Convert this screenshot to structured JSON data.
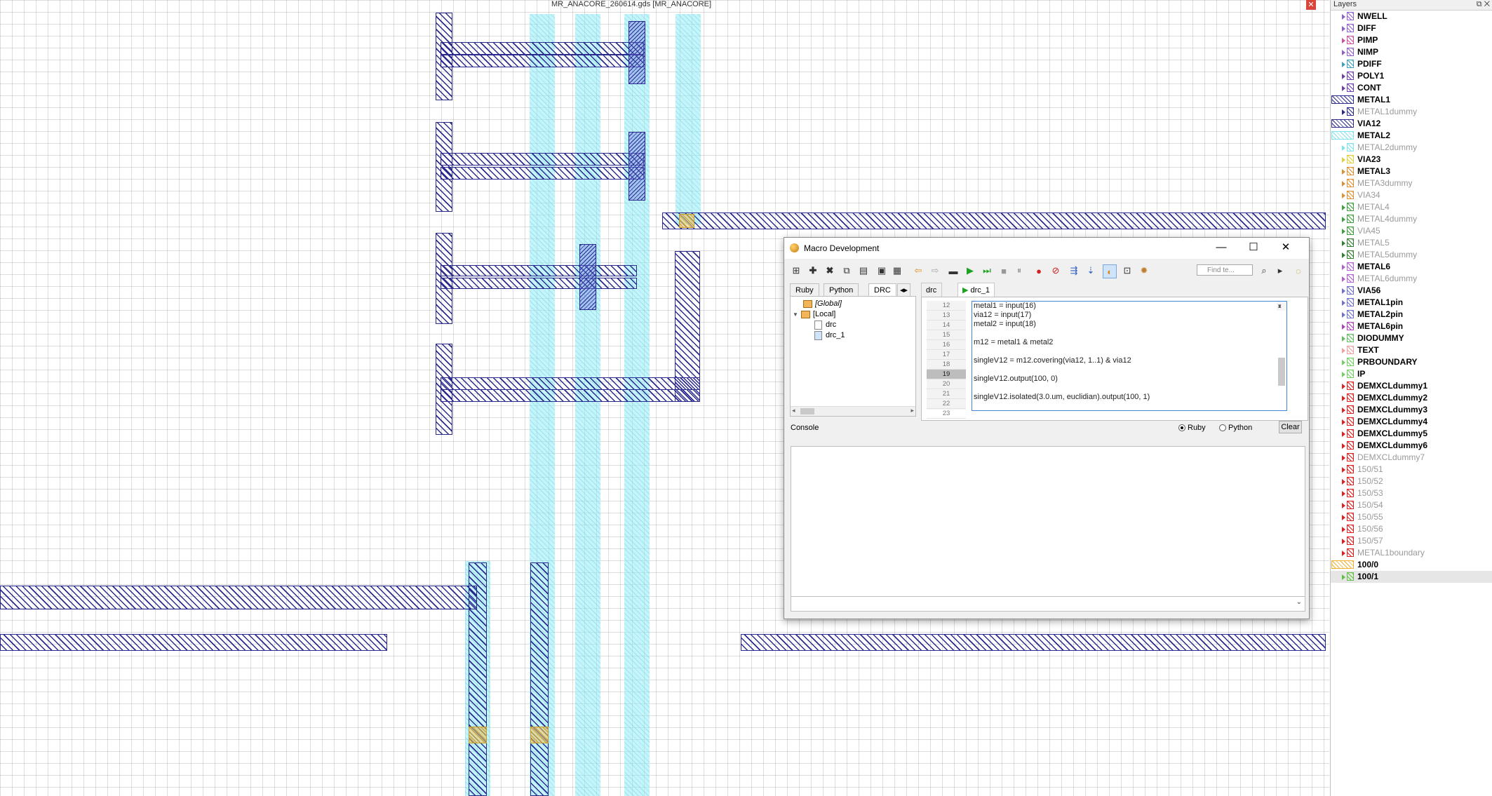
{
  "canvas": {
    "title": "MR_ANACORE_260614.gds [MR_ANACORE]",
    "close_label": "✕"
  },
  "layers_panel": {
    "title": "Layers",
    "buttons": "⧉ ✕",
    "items": [
      {
        "name": "NWELL",
        "style": "bold",
        "color": "#9060d0"
      },
      {
        "name": "DIFF",
        "style": "bold",
        "color": "#9060d0"
      },
      {
        "name": "PIMP",
        "style": "bold",
        "color": "#d050a0"
      },
      {
        "name": "NIMP",
        "style": "bold",
        "color": "#9060d0"
      },
      {
        "name": "PDIFF",
        "style": "bold",
        "color": "#40a0c0"
      },
      {
        "name": "POLY1",
        "style": "bold",
        "color": "#7040b0"
      },
      {
        "name": "CONT",
        "style": "bold",
        "color": "#7040b0"
      },
      {
        "name": "METAL1",
        "style": "bold",
        "color": "#2b2b8f"
      },
      {
        "name": "METAL1dummy",
        "style": "grey",
        "color": "#2b2b8f"
      },
      {
        "name": "VIA12",
        "style": "bold",
        "color": "#2b2b8f"
      },
      {
        "name": "METAL2",
        "style": "bold",
        "color": "#7fe3ee"
      },
      {
        "name": "METAL2dummy",
        "style": "grey",
        "color": "#7fe3ee"
      },
      {
        "name": "VIA23",
        "style": "bold",
        "color": "#e0d040"
      },
      {
        "name": "METAL3",
        "style": "bold",
        "color": "#e09030"
      },
      {
        "name": "META3dummy",
        "style": "grey",
        "color": "#e09030"
      },
      {
        "name": "VIA34",
        "style": "grey",
        "color": "#e09030"
      },
      {
        "name": "METAL4",
        "style": "grey",
        "color": "#40a040"
      },
      {
        "name": "METAL4dummy",
        "style": "grey",
        "color": "#40a040"
      },
      {
        "name": "VIA45",
        "style": "grey",
        "color": "#40a040"
      },
      {
        "name": "METAL5",
        "style": "grey",
        "color": "#308030"
      },
      {
        "name": "METAL5dummy",
        "style": "grey",
        "color": "#308030"
      },
      {
        "name": "METAL6",
        "style": "bold",
        "color": "#b060d0"
      },
      {
        "name": "METAL6dummy",
        "style": "grey",
        "color": "#b060d0"
      },
      {
        "name": "VIA56",
        "style": "bold",
        "color": "#7070d0"
      },
      {
        "name": "METAL1pin",
        "style": "bold",
        "color": "#7070d0"
      },
      {
        "name": "METAL2pin",
        "style": "bold",
        "color": "#7070d0"
      },
      {
        "name": "METAL6pin",
        "style": "bold",
        "color": "#b040c0"
      },
      {
        "name": "DIODUMMY",
        "style": "bold",
        "color": "#60c060"
      },
      {
        "name": "TEXT",
        "style": "bold",
        "color": "#f0a0a0"
      },
      {
        "name": "PRBOUNDARY",
        "style": "bold",
        "color": "#70d060"
      },
      {
        "name": "IP",
        "style": "bold",
        "color": "#70d060"
      },
      {
        "name": "DEMXCLdummy1",
        "style": "bold",
        "color": "#e02020"
      },
      {
        "name": "DEMXCLdummy2",
        "style": "bold",
        "color": "#e02020"
      },
      {
        "name": "DEMXCLdummy3",
        "style": "bold",
        "color": "#e02020"
      },
      {
        "name": "DEMXCLdummy4",
        "style": "bold",
        "color": "#e02020"
      },
      {
        "name": "DEMXCLdummy5",
        "style": "bold",
        "color": "#e02020"
      },
      {
        "name": "DEMXCLdummy6",
        "style": "bold",
        "color": "#e02020"
      },
      {
        "name": "DEMXCLdummy7",
        "style": "grey",
        "color": "#e02020"
      },
      {
        "name": "150/51",
        "style": "grey",
        "color": "#e02020"
      },
      {
        "name": "150/52",
        "style": "grey",
        "color": "#e02020"
      },
      {
        "name": "150/53",
        "style": "grey",
        "color": "#e02020"
      },
      {
        "name": "150/54",
        "style": "grey",
        "color": "#e02020"
      },
      {
        "name": "150/55",
        "style": "grey",
        "color": "#e02020"
      },
      {
        "name": "150/56",
        "style": "grey",
        "color": "#e02020"
      },
      {
        "name": "150/57",
        "style": "grey",
        "color": "#e02020"
      },
      {
        "name": "METAL1boundary",
        "style": "grey",
        "color": "#e02020"
      },
      {
        "name": "100/0",
        "style": "bold",
        "color": "#f0b030"
      },
      {
        "name": "100/1",
        "style": "bold-sel",
        "color": "#60c040"
      }
    ]
  },
  "macro_window": {
    "title": "Macro Development",
    "controls": {
      "minimize": "—",
      "maximize": "☐",
      "close": "✕"
    },
    "find_placeholder": "Find te...",
    "left_tabs": [
      "Ruby",
      "Python",
      "DRC"
    ],
    "tree": {
      "global": "[Global]",
      "local": "[Local]",
      "files": [
        "drc",
        "drc_1"
      ]
    },
    "editor_tabs": [
      "drc",
      "drc_1"
    ],
    "line_numbers": [
      "12",
      "13",
      "14",
      "15",
      "16",
      "17",
      "18",
      "19",
      "20",
      "21",
      "22",
      "23"
    ],
    "current_line": "19",
    "code_lines": [
      "metal1 = input(16)",
      "via12 = input(17)",
      "metal2 = input(18)",
      "",
      "m12 = metal1 & metal2",
      "",
      "singleV12 = m12.covering(via12, 1..1) & via12",
      "",
      "singleV12.output(100, 0)",
      "",
      "singleV12.isolated(3.0.um, euclidian).output(100, 1)",
      ""
    ],
    "console_label": "Console",
    "radio_ruby": "Ruby",
    "radio_python": "Python",
    "clear_label": "Clear"
  }
}
